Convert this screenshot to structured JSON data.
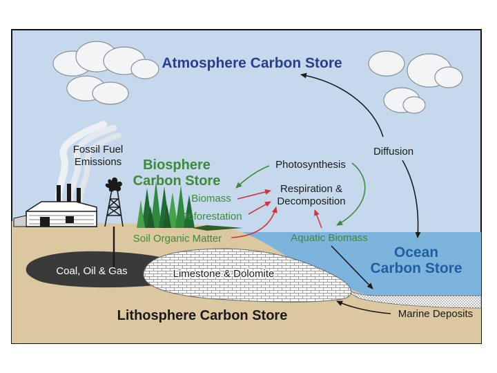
{
  "labels": {
    "atmosphere": "Atmosphere Carbon Store",
    "biosphere_line1": "Biosphere",
    "biosphere_line2": "Carbon Store",
    "ocean_line1": "Ocean",
    "ocean_line2": "Carbon Store",
    "lithosphere": "Lithosphere Carbon Store",
    "fossil_line1": "Fossil Fuel",
    "fossil_line2": "Emissions",
    "photosynthesis": "Photosynthesis",
    "respiration_line1": "Respiration &",
    "respiration_line2": "Decomposition",
    "biomass": "Biomass",
    "deforestation": "Deforestation",
    "soil": "Soil Organic Matter",
    "aquatic": "Aquatic Biomass",
    "diffusion": "Diffusion",
    "coal": "Coal, Oil & Gas",
    "limestone": "Limestone & Dolomite",
    "marine": "Marine Deposits"
  },
  "colors": {
    "sky": "#c6d9ec",
    "ocean": "#7db4dd",
    "land": "#dcc8a0",
    "fossil_deposit": "#3a3a3a",
    "atmosphere_text": "#2a3d8f",
    "biosphere_text": "#3c8a3a",
    "ocean_text": "#1f5f9e",
    "green_arrow": "#3a8a3a",
    "red_arrow": "#d0353a",
    "black": "#1a1a1a"
  }
}
